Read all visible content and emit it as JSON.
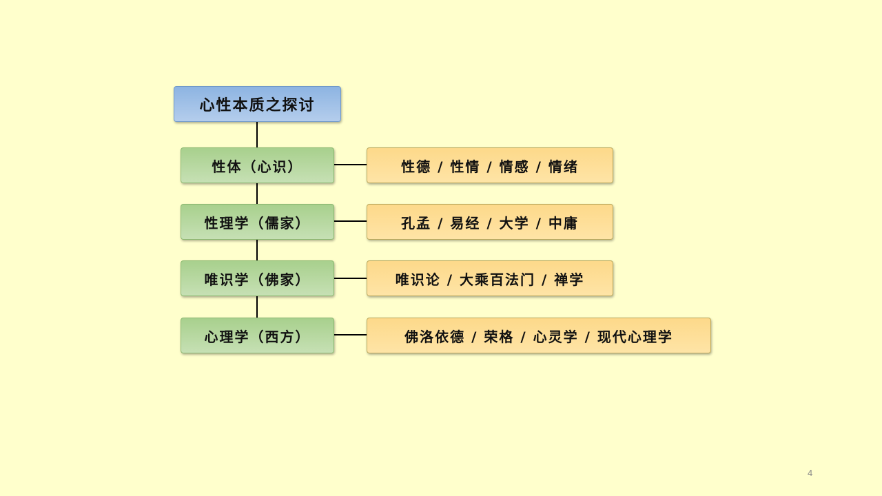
{
  "root": "心性本质之探讨",
  "rows": [
    {
      "category": "性体（心识）",
      "items": "性德 / 性情 / 情感 / 情绪"
    },
    {
      "category": "性理学（儒家）",
      "items": "孔孟 / 易经 / 大学 / 中庸"
    },
    {
      "category": "唯识学（佛家）",
      "items": "唯识论 / 大乘百法门 / 禅学"
    },
    {
      "category": "心理学（西方）",
      "items": "佛洛依德 / 荣格 / 心灵学 / 现代心理学"
    }
  ],
  "page_number": "4"
}
